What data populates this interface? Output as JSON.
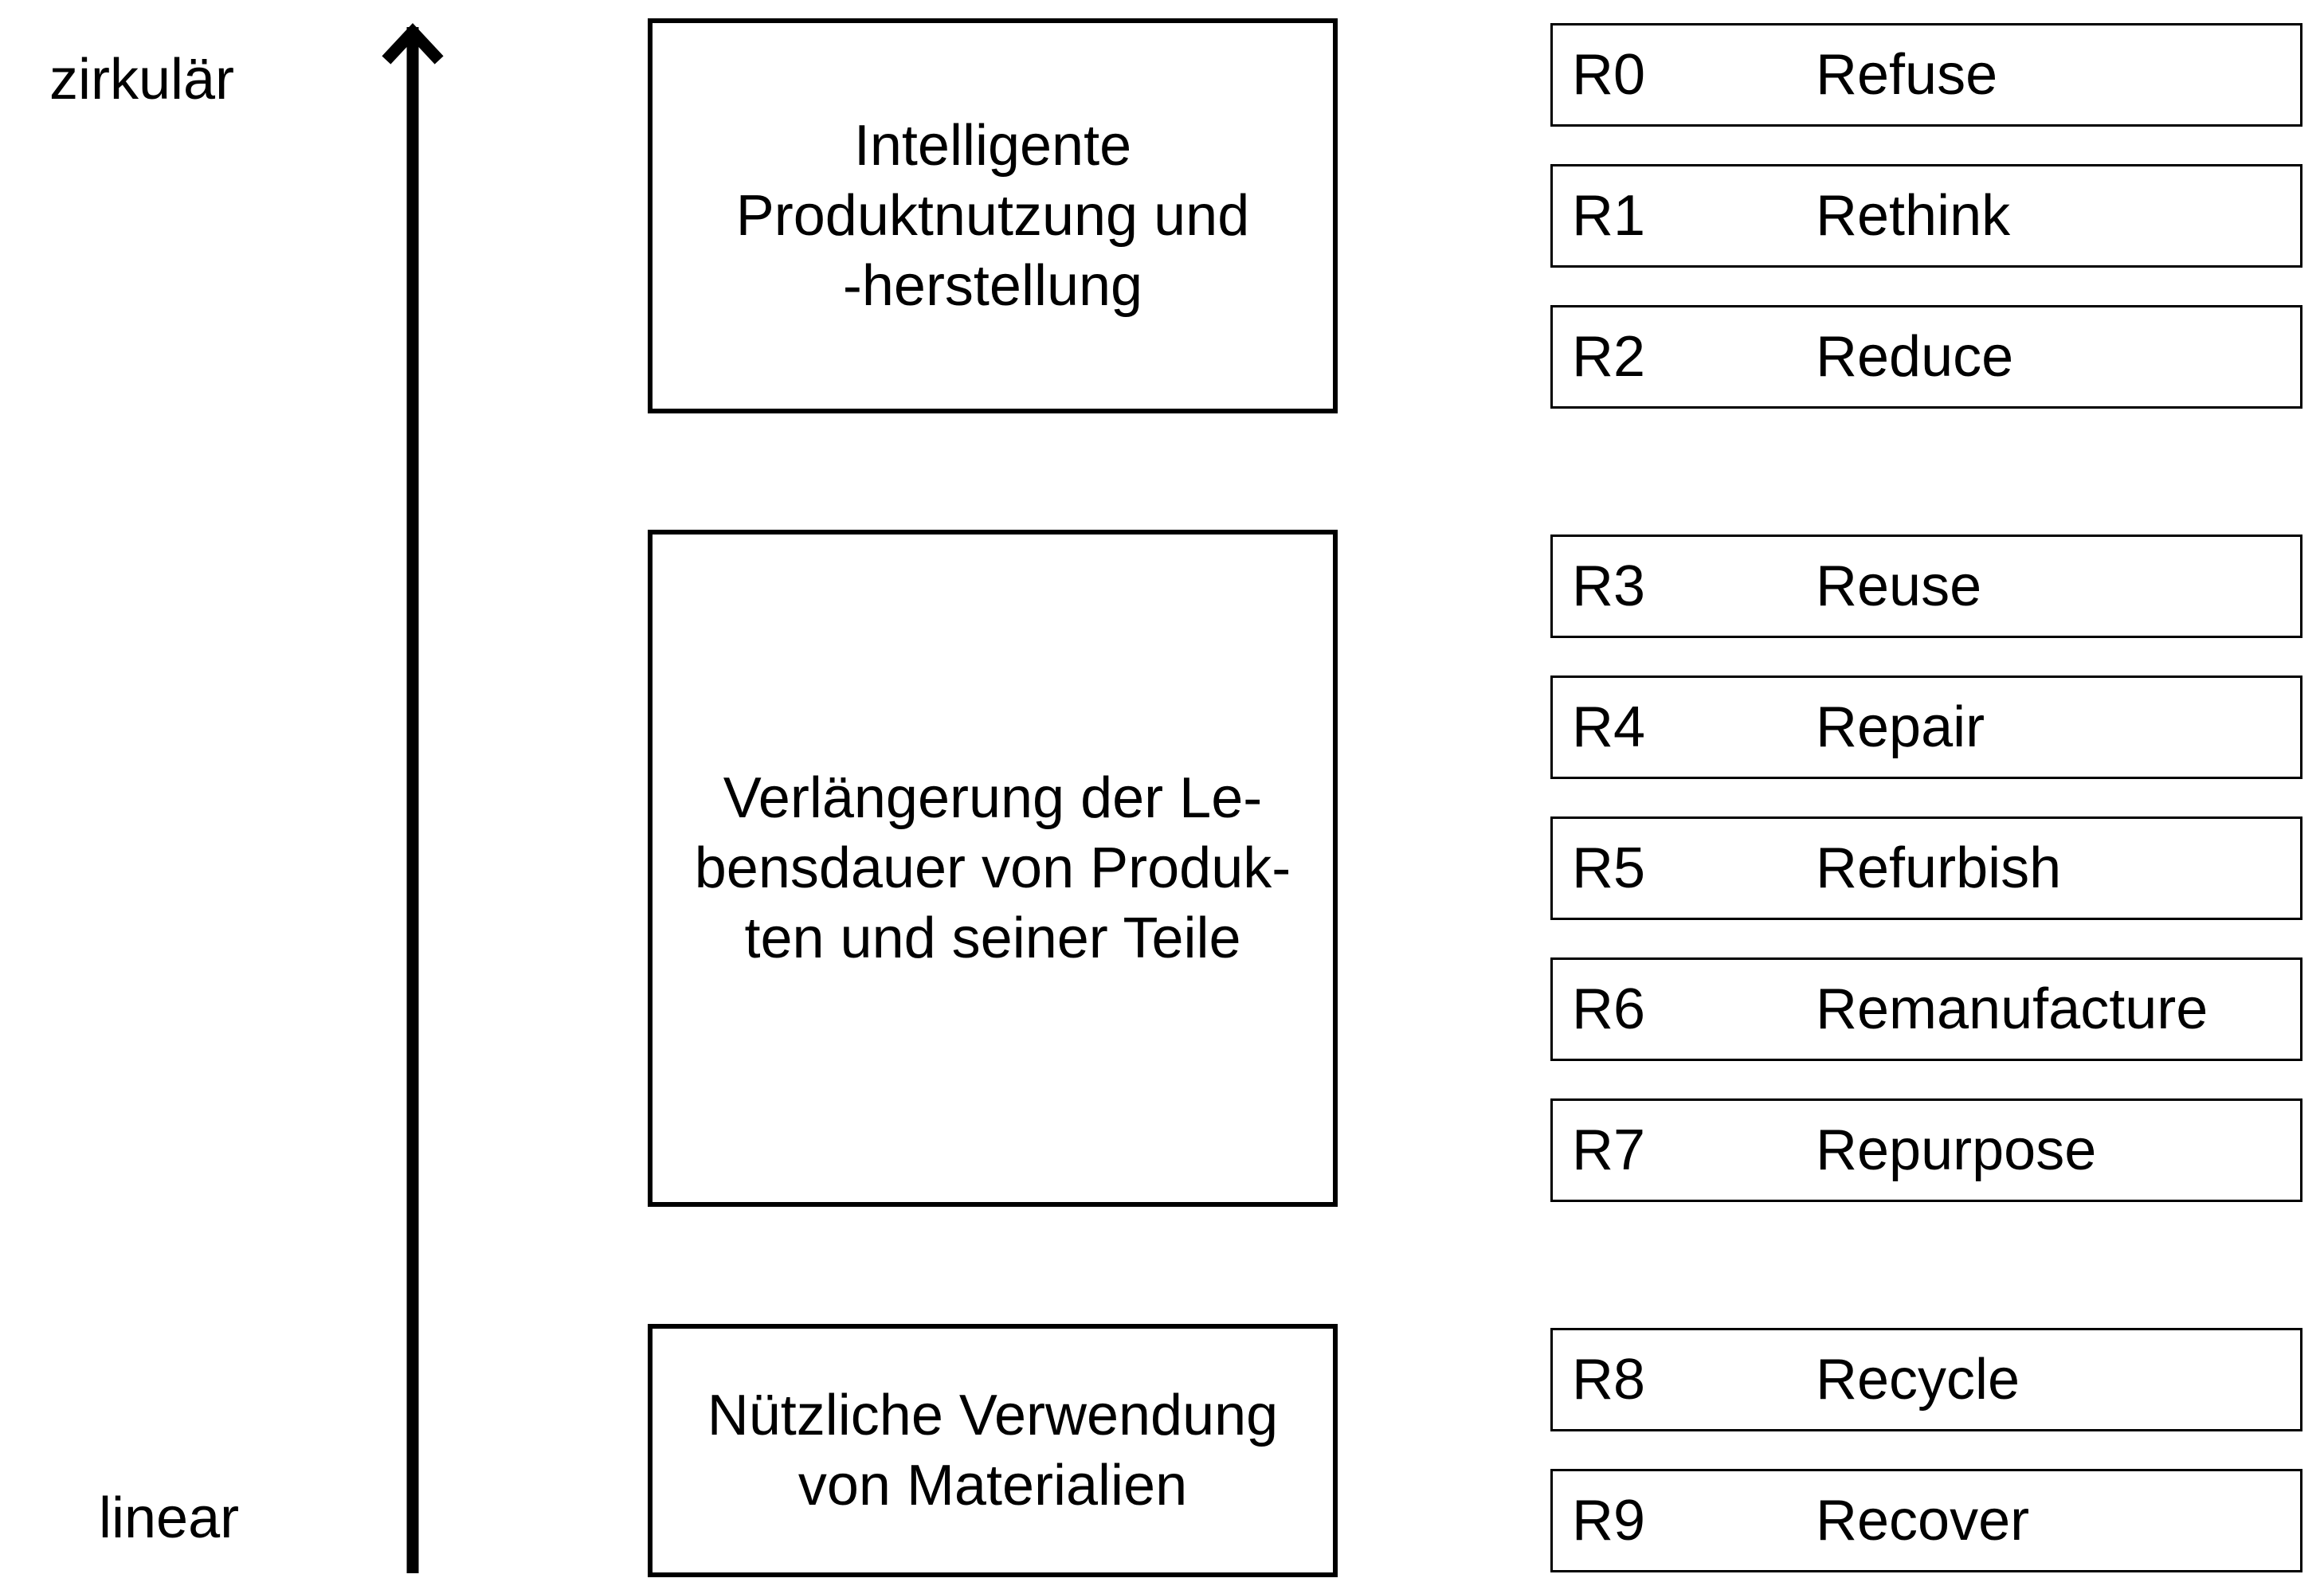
{
  "axis": {
    "top_label": "zirkulär",
    "bottom_label": "linear"
  },
  "groups": [
    {
      "label": "Intelligente\nProduktnutzung und\n-herstellung"
    },
    {
      "label": "Verlängerung der Le-\nbensdauer von Produk-\nten und seiner Teile"
    },
    {
      "label": "Nützliche Verwendung\nvon Materialien"
    }
  ],
  "strategies": [
    {
      "code": "R0",
      "name": "Refuse"
    },
    {
      "code": "R1",
      "name": "Rethink"
    },
    {
      "code": "R2",
      "name": "Reduce"
    },
    {
      "code": "R3",
      "name": "Reuse"
    },
    {
      "code": "R4",
      "name": "Repair"
    },
    {
      "code": "R5",
      "name": "Refurbish"
    },
    {
      "code": "R6",
      "name": "Remanufacture"
    },
    {
      "code": "R7",
      "name": "Repurpose"
    },
    {
      "code": "R8",
      "name": "Recycle"
    },
    {
      "code": "R9",
      "name": "Recover"
    }
  ]
}
